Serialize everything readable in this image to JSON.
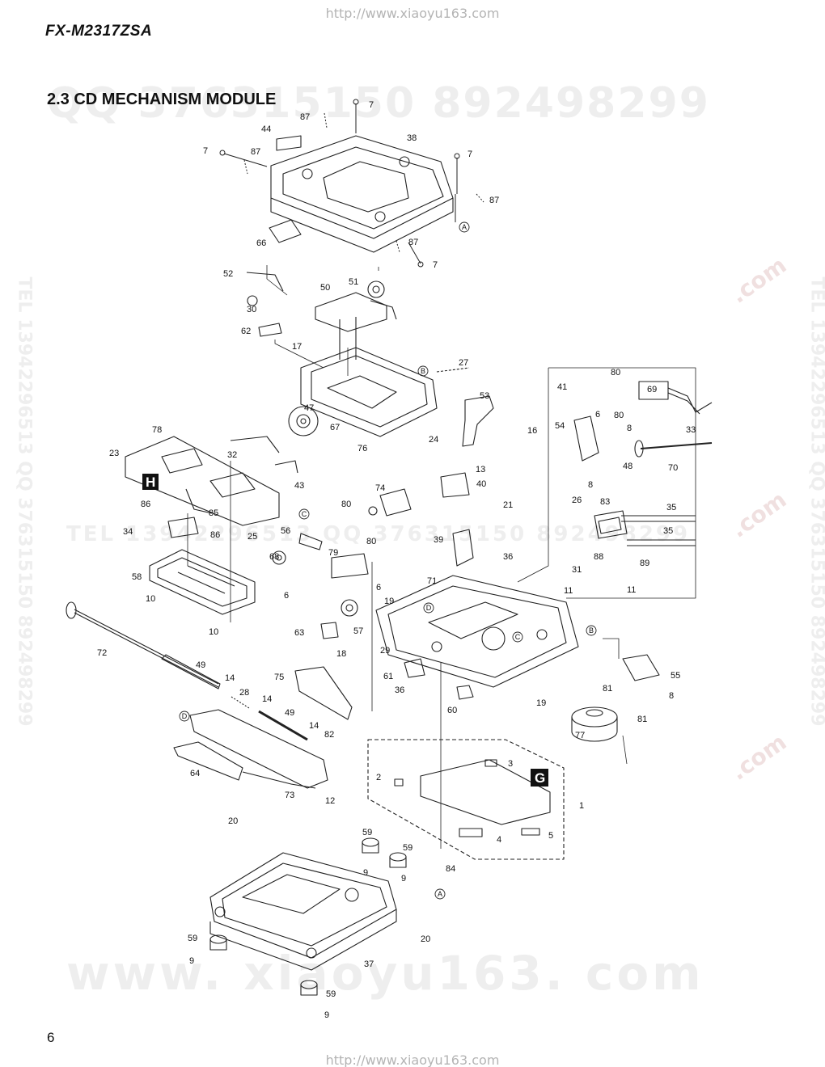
{
  "header": {
    "url_top": "http://www.xiaoyu163.com",
    "model": "FX-M2317ZSA",
    "section_title": "2.3 CD MECHANISM MODULE"
  },
  "footer": {
    "page_number": "6",
    "url_bottom": "http://www.xiaoyu163.com"
  },
  "watermarks": {
    "top": "QQ 376315150   892498299",
    "middle": "TEL 13942296513   QQ 376315150   892498299",
    "bottom": "www. xiaoyu163. com",
    "vertical_left": "TEL 13942296513  QQ 376315150  892498299",
    "vertical_right": "TEL 13942296513  QQ 376315150  892498299",
    "com": ".com"
  },
  "diagram": {
    "section_markers": [
      "H",
      "G"
    ],
    "circle_refs": [
      "A",
      "B",
      "C",
      "D"
    ],
    "part_labels": [
      "1",
      "2",
      "3",
      "4",
      "5",
      "6",
      "7",
      "8",
      "9",
      "10",
      "11",
      "12",
      "13",
      "14",
      "16",
      "17",
      "18",
      "19",
      "20",
      "21",
      "23",
      "24",
      "25",
      "26",
      "27",
      "28",
      "29",
      "30",
      "31",
      "32",
      "33",
      "34",
      "35",
      "36",
      "37",
      "38",
      "39",
      "40",
      "41",
      "43",
      "44",
      "47",
      "48",
      "49",
      "50",
      "51",
      "52",
      "53",
      "54",
      "55",
      "56",
      "57",
      "58",
      "59",
      "60",
      "61",
      "62",
      "63",
      "64",
      "66",
      "67",
      "68",
      "69",
      "70",
      "71",
      "72",
      "73",
      "74",
      "75",
      "76",
      "77",
      "78",
      "79",
      "80",
      "81",
      "82",
      "83",
      "84",
      "85",
      "86",
      "87",
      "88",
      "89"
    ]
  }
}
